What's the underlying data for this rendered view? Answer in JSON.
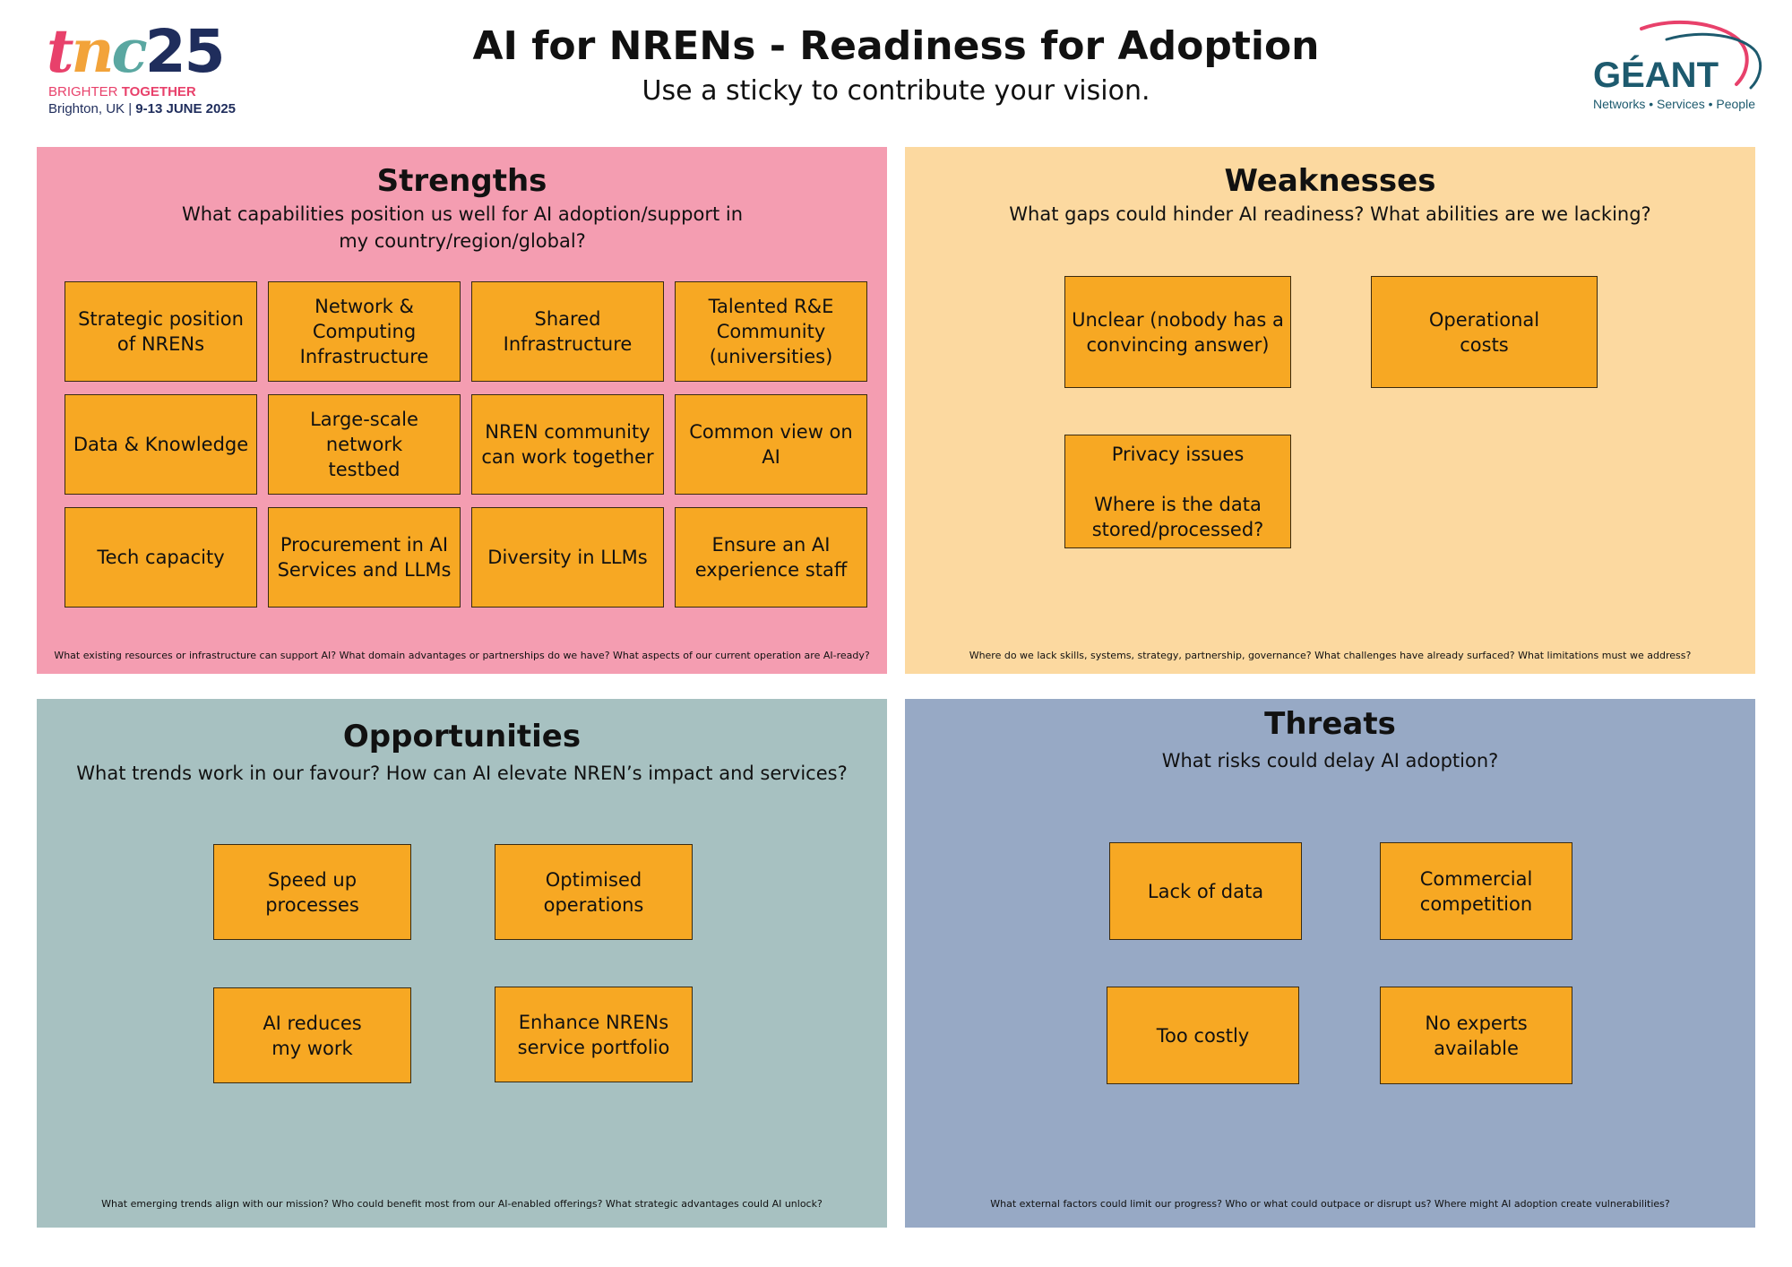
{
  "header": {
    "title": "AI for NRENs - Readiness for Adoption",
    "subtitle": "Use a sticky to contribute your vision."
  },
  "tnc_logo": {
    "mark_t": "t",
    "mark_n": "n",
    "mark_c": "c",
    "mark_num": "25",
    "tagline_a": "BRIGHTER ",
    "tagline_b": "TOGETHER",
    "location_a": "Brighton, UK | ",
    "location_b": "9-13 JUNE 2025",
    "colors": {
      "pink": "#e8416b",
      "orange": "#f2a33a",
      "teal": "#5aa7a1",
      "navy": "#1f2d5c"
    }
  },
  "geant_logo": {
    "wordmark": "GÉANT",
    "tagline": "Networks • Services • People",
    "colors": {
      "primary": "#1d5a6e",
      "swoosh": "#e8416b"
    }
  },
  "quadrants": {
    "strengths": {
      "title": "Strengths",
      "question": "What capabilities position us well for AI adoption/support in my country/region/global?",
      "footer": "What existing resources or infrastructure can support AI? What domain advantages or partnerships do we have? What aspects of our current operation are AI-ready?",
      "color": "#f49db1",
      "stickies": [
        "Strategic position\nof NRENs",
        "Network &\nComputing\nInfrastructure",
        "Shared\nInfrastructure",
        "Talented R&E\nCommunity\n(universities)",
        "Data & Knowledge",
        "Large-scale network\ntestbed",
        "NREN community\ncan work together",
        "Common view on AI",
        "Tech capacity",
        "Procurement in AI\nServices and LLMs",
        "Diversity in LLMs",
        "Ensure an AI\nexperience staff"
      ]
    },
    "weaknesses": {
      "title": "Weaknesses",
      "question": "What gaps could hinder AI readiness? What abilities are we lacking?",
      "footer": "Where do we lack skills, systems, strategy, partnership, governance? What challenges have already surfaced? What limitations must we address?",
      "color": "#fcd9a0",
      "stickies": [
        "Unclear (nobody has a\nconvincing answer)",
        "Operational\ncosts",
        "Privacy issues\n\nWhere is the data\nstored/processed?"
      ]
    },
    "opportunities": {
      "title": "Opportunities",
      "question": "What trends work in our favour? How can AI elevate NREN’s impact and services?",
      "footer": "What emerging trends align with our mission? Who could benefit most from our AI-enabled offerings? What strategic advantages could AI unlock?",
      "color": "#a7c1c1",
      "stickies": [
        "Speed up\nprocesses",
        "Optimised\noperations",
        "AI reduces\nmy work",
        "Enhance NRENs\nservice portfolio"
      ]
    },
    "threats": {
      "title": "Threats",
      "question": "What risks could delay AI adoption?",
      "footer": "What external factors could limit our progress? Who or what could outpace or disrupt us? Where might AI adoption create vulnerabilities?",
      "color": "#97a9c5",
      "stickies": [
        "Lack of data",
        "Commercial\ncompetition",
        "Too costly",
        "No experts\navailable"
      ]
    }
  },
  "sticky_color": "#f7a823"
}
